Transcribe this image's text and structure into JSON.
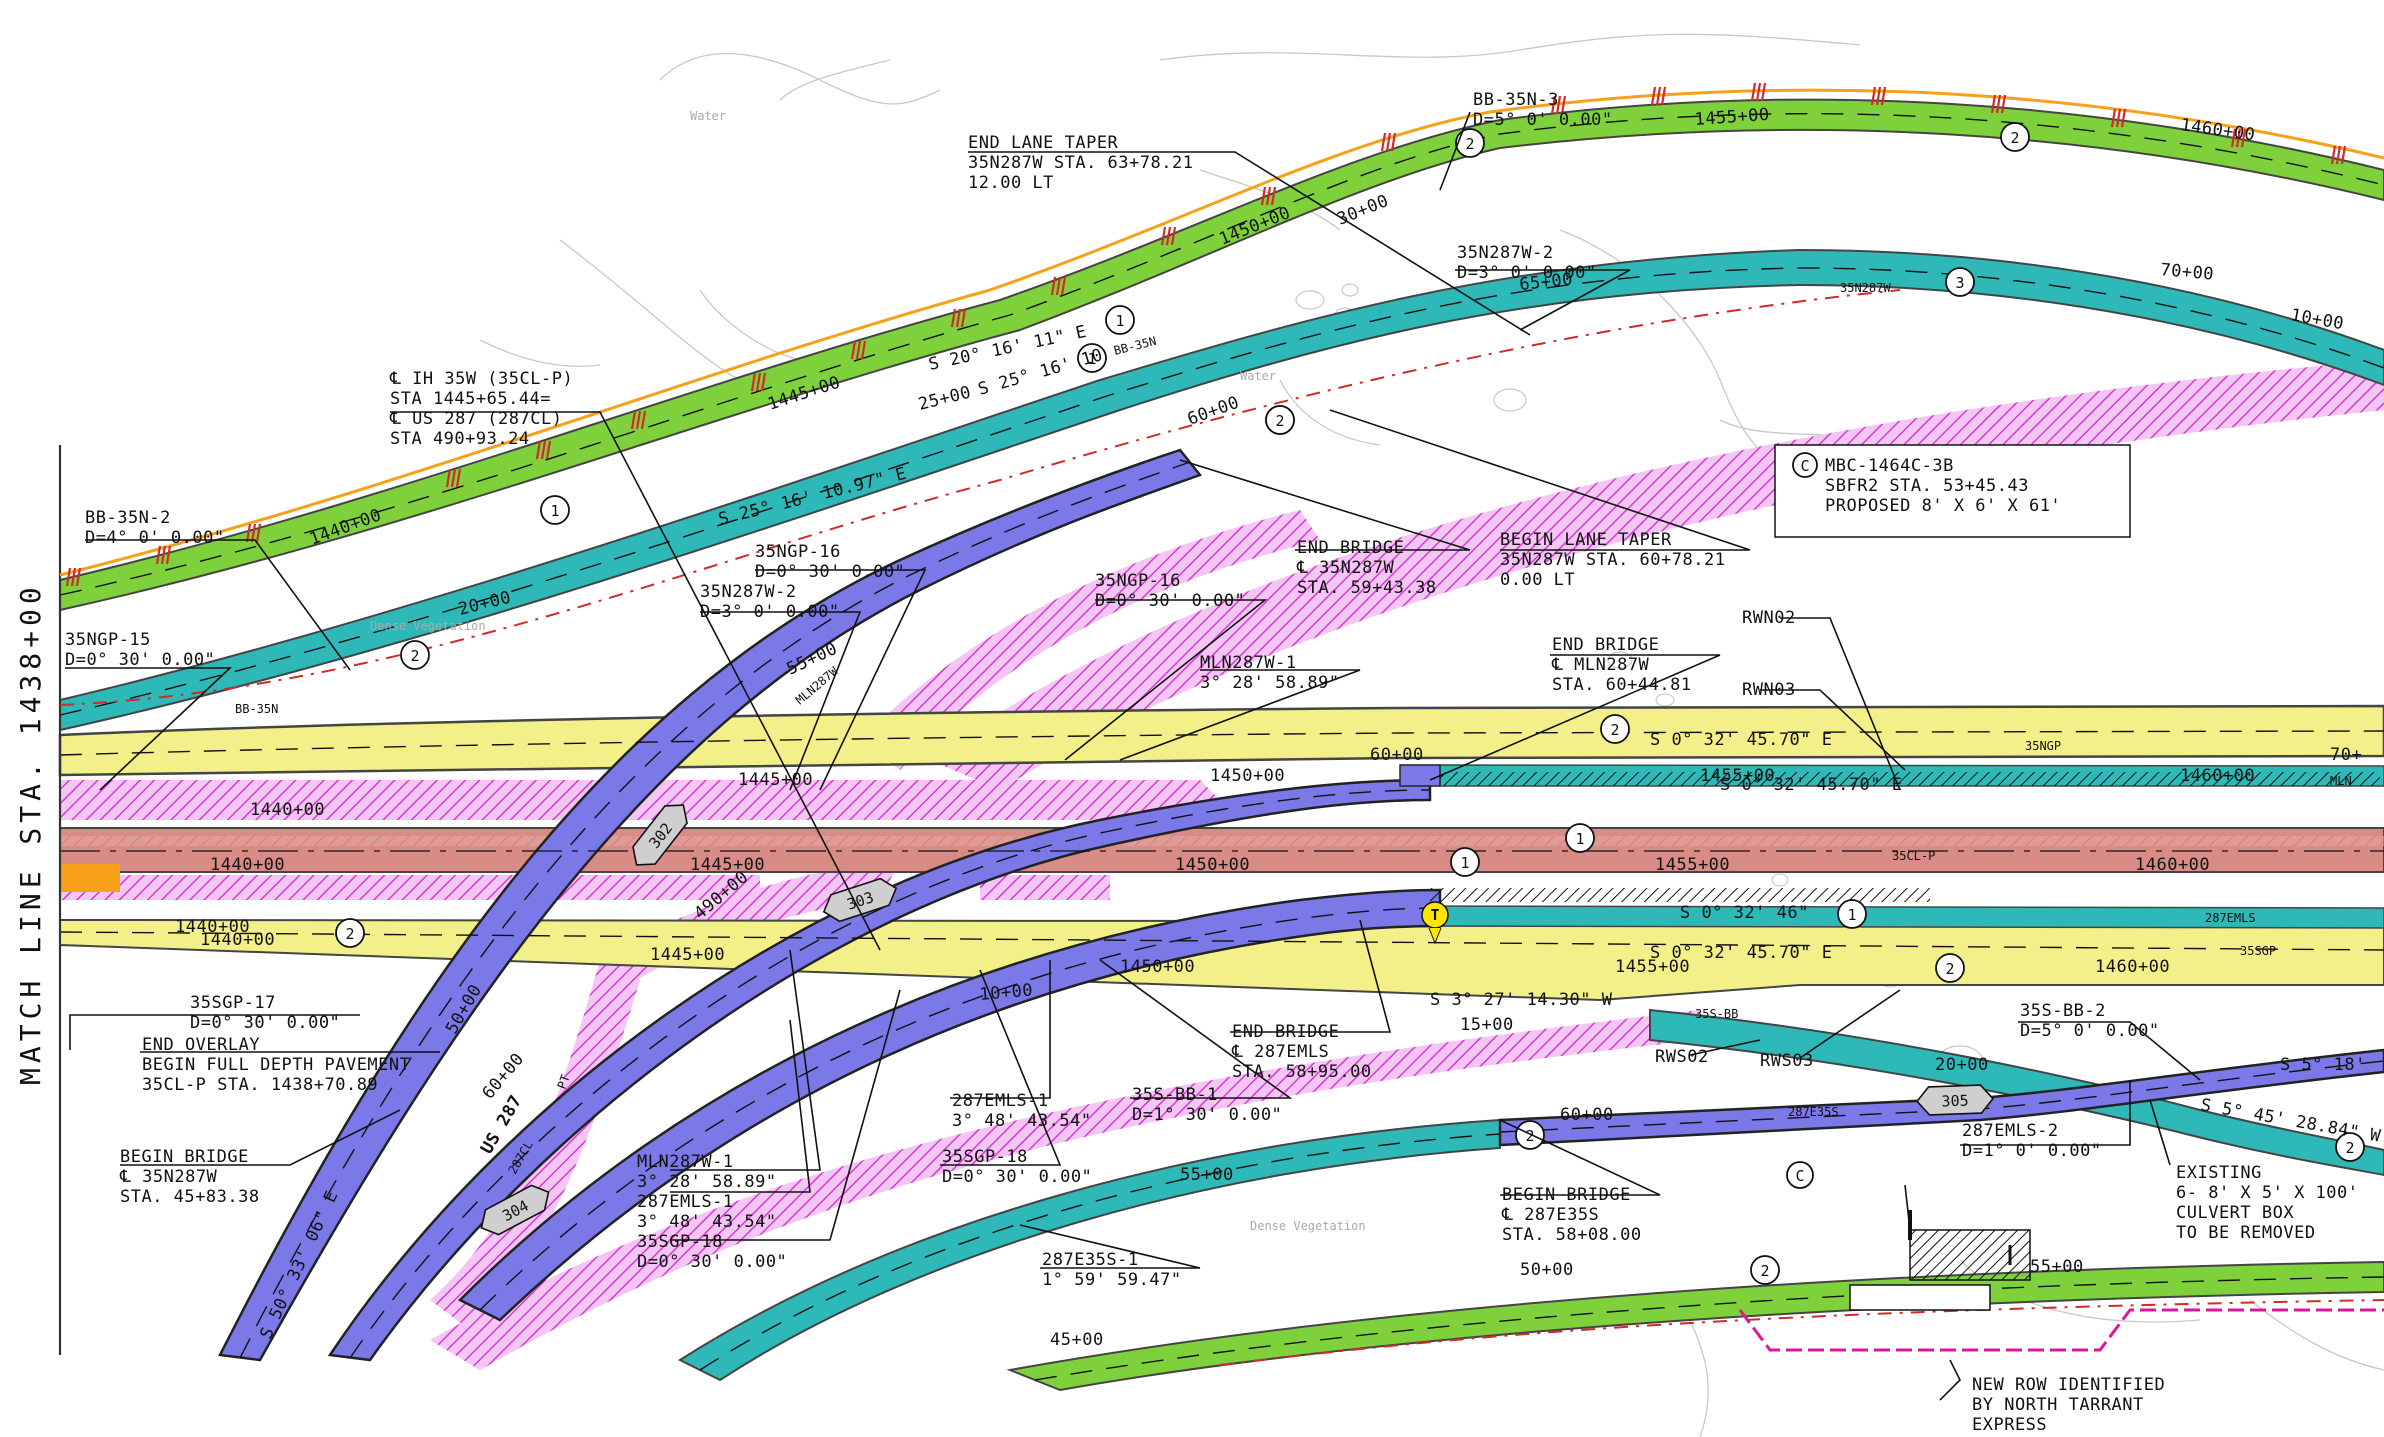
{
  "colors": {
    "green": "#7fd13b",
    "teal": "#2fb8b8",
    "purple": "#7b79e8",
    "yellow": "#f3f08a",
    "salmon": "#d98c85",
    "magenta": "#e060e0",
    "orange": "#f7a11a",
    "gray_edge": "#8c8c8c",
    "row_red": "#d12a2a",
    "row_magenta": "#e0149c"
  },
  "match_line": "MATCH LINE STA. 1438+00",
  "callouts": {
    "end_lane_taper": [
      "END LANE TAPER",
      "35N287W STA. 63+78.21",
      "12.00 LT"
    ],
    "bb35n3": [
      "BB-35N-3",
      "D=5° 0' 0.00\""
    ],
    "n287w2_top": [
      "35N287W-2",
      "D=3° 0' 0.00\""
    ],
    "cl_ih35w": [
      "℄ IH 35W (35CL-P)",
      "STA 1445+65.44=",
      "℄ US 287 (287CL)",
      "STA 490+93.24"
    ],
    "bb35n2": [
      "BB-35N-2",
      "D=4° 0' 0.00\""
    ],
    "ngp15": [
      "35NGP-15",
      "D=0° 30' 0.00\""
    ],
    "ngp16_a": [
      "35NGP-16",
      "D=0° 30' 0.00\""
    ],
    "n287w2_b": [
      "35N287W-2",
      "D=3° 0' 0.00\""
    ],
    "ngp16_b": [
      "35NGP-16",
      "D=0° 30' 0.00\""
    ],
    "end_bridge_n287w": [
      "END BRIDGE",
      "℄ 35N287W",
      "STA. 59+43.38"
    ],
    "begin_lane_taper": [
      "BEGIN LANE TAPER",
      "35N287W STA. 60+78.21",
      "0.00 LT"
    ],
    "culvert_c": [
      "MBC-1464C-3B",
      "SBFR2 STA. 53+45.43",
      "PROPOSED 8' X 6' X 61'"
    ],
    "culvert_c_letter": "C",
    "mln287w1_top": [
      "MLN287W-1",
      "3° 28' 58.89\""
    ],
    "end_bridge_mln": [
      "END BRIDGE",
      "℄ MLN287W",
      "STA. 60+44.81"
    ],
    "rwn02": "RWN02",
    "rwn03": "RWN03",
    "sgp17": [
      "35SGP-17",
      "D=0° 30' 0.00\""
    ],
    "end_overlay": [
      "END OVERLAY",
      "BEGIN FULL DEPTH PAVEMENT",
      "35CL-P STA. 1438+70.89"
    ],
    "end_bridge_287emls": [
      "END BRIDGE",
      "℄ 287EMLS",
      "STA. 58+95.00"
    ],
    "rws02": "RWS02",
    "rws03": "RWS03",
    "s35bb2": [
      "35S-BB-2",
      "D=5° 0' 0.00\""
    ],
    "emls1": [
      "287EMLS-1",
      "3° 48' 43.54\""
    ],
    "s35bb1": [
      "35S-BB-1",
      "D=1° 30' 0.00\""
    ],
    "sgp18_a": [
      "35SGP-18",
      "D=0° 30' 0.00\""
    ],
    "begin_bridge_n287w": [
      "BEGIN BRIDGE",
      "℄ 35N287W",
      "STA. 45+83.38"
    ],
    "mln_stack": [
      "MLN287W-1",
      "3° 28' 58.89\"",
      "287EMLS-1",
      "3° 48' 43.54\"",
      "35SGP-18",
      "D=0° 30' 0.00\""
    ],
    "emls2": [
      "287EMLS-2",
      "D=1° 0' 0.00\""
    ],
    "existing_culvert": [
      "EXISTING",
      "6- 8' X 5' X 100'",
      "CULVERT BOX",
      "TO BE REMOVED"
    ],
    "begin_bridge_287e35s": [
      "BEGIN BRIDGE",
      "℄ 287E35S",
      "STA. 58+08.00"
    ],
    "e35s1": [
      "287E35S-1",
      "1° 59' 59.47\""
    ],
    "new_row": [
      "NEW ROW IDENTIFIED",
      "BY NORTH TARRANT",
      "EXPRESS"
    ],
    "culvert_c2_letter": "C"
  },
  "stations": {
    "s1440_top": "1440+00",
    "s1445_top": "1445+00",
    "s1450_top": "1450+00",
    "s1455_top": "1455+00",
    "s1460_top": "1460+00",
    "s20": "20+00",
    "s25": "25+00",
    "s30": "30+00",
    "s55_n": "55+00",
    "s60_n": "60+00",
    "s65_n": "65+00",
    "s70_n": "70+00",
    "s10_n": "10+00",
    "m1440": "1440+00",
    "m1445": "1445+00",
    "m1450": "1450+00",
    "m1455": "1455+00",
    "m1460": "1460+00",
    "m60": "60+00",
    "m70": "70+",
    "c1440": "1440+00",
    "c1445": "1445+00",
    "c1450": "1450+00",
    "c1455": "1455+00",
    "c1460": "1460+00",
    "s_1440": "1440+00",
    "s_1445": "1445+00",
    "s_1450": "1450+00",
    "s_1455": "1455+00",
    "s_1460": "1460+00",
    "l_1440": "1440+00",
    "e490": "490+00",
    "e10": "10+00",
    "e15": "15+00",
    "e20": "20+00",
    "e60": "60+00",
    "b50": "50+00",
    "b55": "55+00",
    "b45": "45+00",
    "b50b": "50+00",
    "b55b": "55+00",
    "b60": "60+00"
  },
  "bearings": {
    "b1": "S 20° 16' 11\" E",
    "b2": "S 25° 16' 10.97\" E",
    "b3": "S 25° 16' 10",
    "b4": "S 0° 32' 45.70\" E",
    "b5": "S 0° 32' 45.70\" E",
    "b6": "S 0° 32' 46\"",
    "b7": "S 3° 27' 14.30\" W",
    "b8": "S 5° 18'",
    "b9": "S 5° 45' 28.84\" W",
    "b10": "S 50° 33' 06\" E",
    "b11": "S 0° 32' 45.70\" E"
  },
  "lane_numbers": [
    "1",
    "2",
    "3"
  ],
  "bridges": [
    "302",
    "303",
    "304",
    "305"
  ],
  "road_tags": {
    "t35n287w": "35N287W",
    "tbb35n": "BB-35N",
    "tbb35n_b": "BB-35N",
    "t35ngp": "35NGP",
    "t35clp": "35CL-P",
    "t287emls": "287EMLS",
    "t35sbb": "35S-BB",
    "t287e35s": "287E35S",
    "t35sgp": "35SGP",
    "tmln": "MLN",
    "tus287": "US 287",
    "t287cl": "287CL",
    "tpt": "PT",
    "tmln287w": "MLN287W"
  },
  "veg_labels": [
    "Dense Vegetation",
    "Dense Vegetation",
    "Water",
    "Water"
  ]
}
